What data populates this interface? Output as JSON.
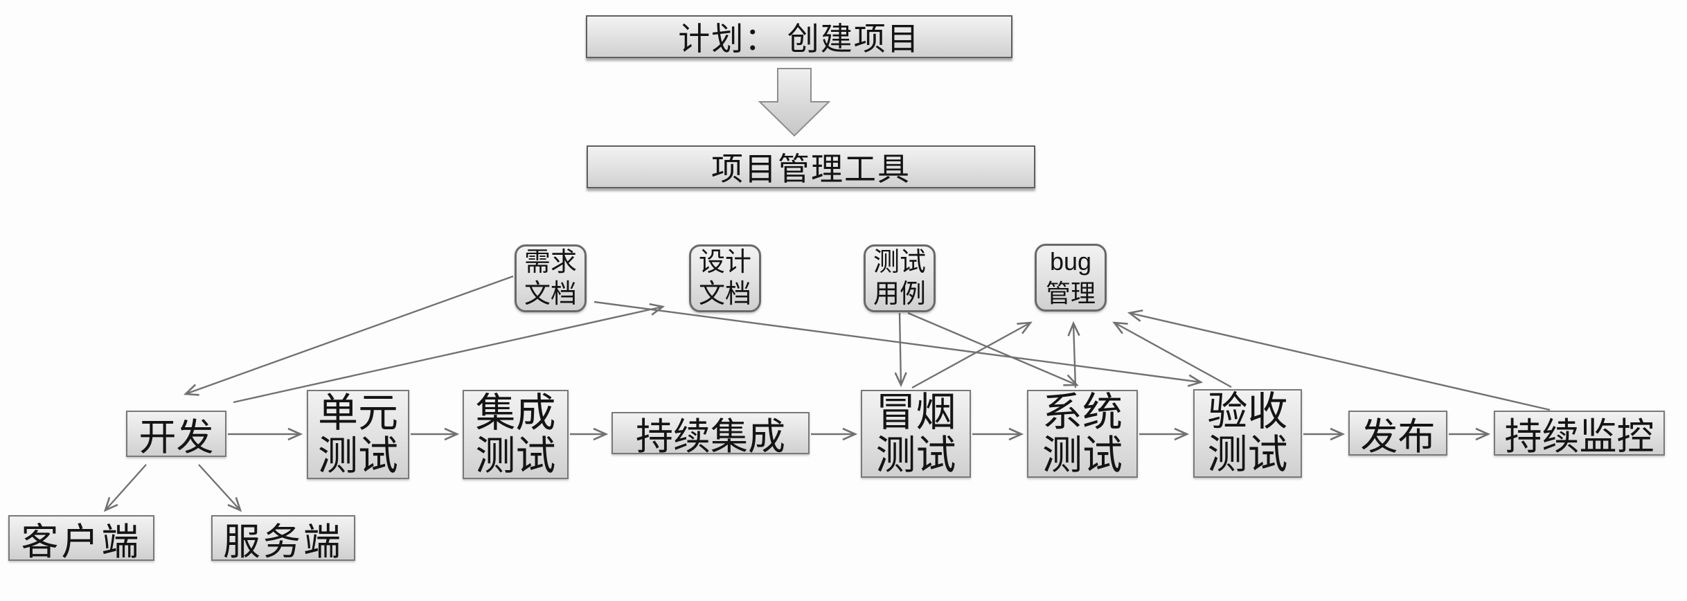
{
  "diagram": {
    "plan_banner": "计划： 创建项目",
    "tool_banner": "项目管理工具",
    "doc_nodes": [
      {
        "id": "requirements-doc",
        "label": "需求\n文档"
      },
      {
        "id": "design-doc",
        "label": "设计\n文档"
      },
      {
        "id": "test-cases",
        "label": "测试\n用例"
      },
      {
        "id": "bug-management",
        "label": "bug\n管理"
      }
    ],
    "pipeline_nodes": [
      {
        "id": "development",
        "label": "开发"
      },
      {
        "id": "unit-test",
        "label": "单元\n测试"
      },
      {
        "id": "integration-test",
        "label": "集成\n测试"
      },
      {
        "id": "continuous-integration",
        "label": "持续集成"
      },
      {
        "id": "smoke-test",
        "label": "冒烟\n测试"
      },
      {
        "id": "system-test",
        "label": "系统\n测试"
      },
      {
        "id": "acceptance-test",
        "label": "验收\n测试"
      },
      {
        "id": "release",
        "label": "发布"
      },
      {
        "id": "continuous-monitoring",
        "label": "持续监控"
      }
    ],
    "dev_target_nodes": [
      {
        "id": "client",
        "label": "客户端"
      },
      {
        "id": "server",
        "label": "服务端"
      }
    ],
    "edges": [
      {
        "from": "plan",
        "to": "pm-tool",
        "style": "block-arrow"
      },
      {
        "from": "requirements-doc",
        "to": "development"
      },
      {
        "from": "development",
        "to": "design-doc"
      },
      {
        "from": "requirements-doc",
        "to": "acceptance-test"
      },
      {
        "from": "test-cases",
        "to": "smoke-test"
      },
      {
        "from": "test-cases",
        "to": "system-test"
      },
      {
        "from": "smoke-test",
        "to": "bug-management"
      },
      {
        "from": "system-test",
        "to": "bug-management"
      },
      {
        "from": "acceptance-test",
        "to": "bug-management"
      },
      {
        "from": "continuous-monitoring",
        "to": "bug-management"
      },
      {
        "from": "development",
        "to": "unit-test"
      },
      {
        "from": "unit-test",
        "to": "integration-test"
      },
      {
        "from": "integration-test",
        "to": "continuous-integration"
      },
      {
        "from": "continuous-integration",
        "to": "smoke-test"
      },
      {
        "from": "smoke-test",
        "to": "system-test"
      },
      {
        "from": "system-test",
        "to": "acceptance-test"
      },
      {
        "from": "acceptance-test",
        "to": "release"
      },
      {
        "from": "release",
        "to": "continuous-monitoring"
      },
      {
        "from": "development",
        "to": "client"
      },
      {
        "from": "development",
        "to": "server"
      }
    ],
    "colors": {
      "background": "#fdfdfd",
      "node_fill_top": "#f2f2f2",
      "node_fill_bottom": "#d0d0d0",
      "node_border": "#787878",
      "arrow": "#717171",
      "text": "#141414"
    }
  }
}
